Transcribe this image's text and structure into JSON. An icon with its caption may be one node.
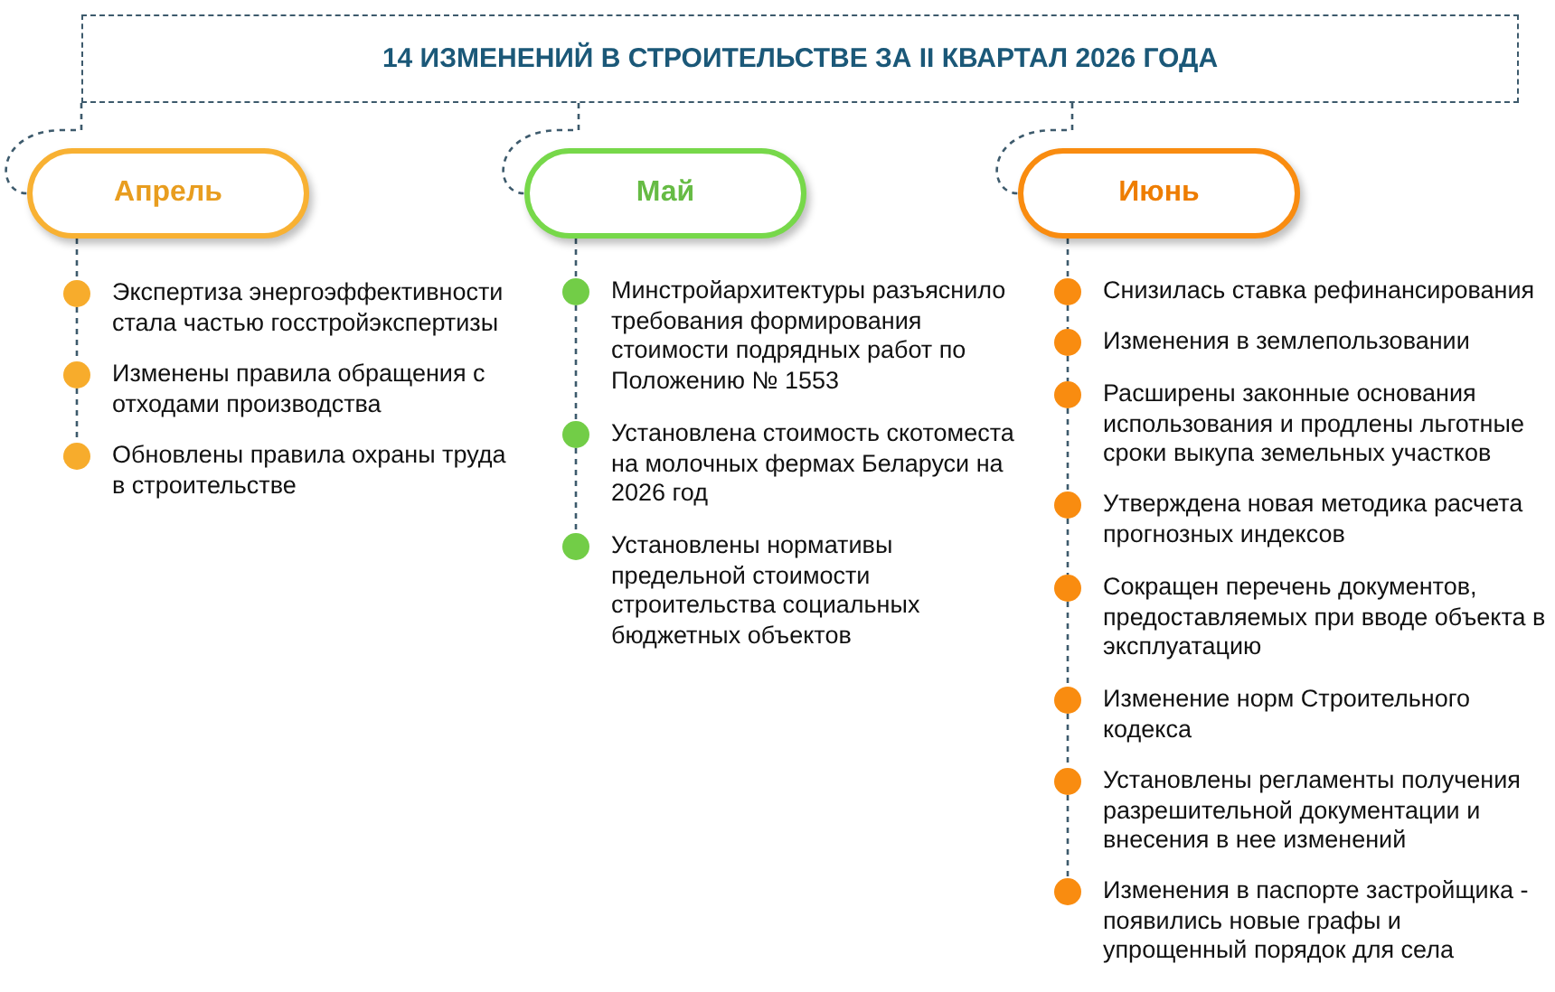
{
  "diagram": {
    "nodes": [
      {
        "text": [
          "14 ИЗМЕНЕНИЙ В СТРОИТЕЛЬСТВЕ ЗА II КВАРТАЛ 2026 ГОДА"
        ]
      },
      {
        "text": [
          "Апрель"
        ]
      },
      {
        "text": [
          "Экспертиза энергоэффективности стала частью госстройэкспертизы"
        ]
      },
      {
        "text": [
          "Изменены правила обращения с отходами производства"
        ]
      },
      {
        "text": [
          "Обновлены правила охраны труда в строительстве"
        ]
      },
      {
        "text": [
          "Май"
        ]
      },
      {
        "text": [
          "Минстройархитектуры разъяснило требования формирования стоимости подрядных работ по Положению № 1553"
        ]
      },
      {
        "text": [
          "Установлена стоимость скотоместа на молочных фермах Беларуси на 2026 год"
        ]
      },
      {
        "text": [
          "Установлены нормативы предельной стоимости строительства социальных бюджетных объектов"
        ]
      },
      {
        "text": [
          "Июнь"
        ]
      },
      {
        "text": [
          "Снизилась ставка рефинансирования"
        ]
      },
      {
        "text": [
          "Изменения в землепользовании"
        ]
      },
      {
        "text": [
          "Расширены законные основания использования и продлены льготные сроки выкупа земельных участков"
        ]
      },
      {
        "text": [
          "Утверждена новая методика расчета прогнозных индексов"
        ]
      },
      {
        "text": [
          "Сокращен перечень документов, предоставляемых при вводе объекта в эксплуатацию"
        ]
      },
      {
        "text": [
          "Изменение норм Строительного кодекса"
        ]
      },
      {
        "text": [
          "Установлены регламенты получения разрешительной документации и внесения в нее изменений"
        ]
      },
      {
        "text": [
          "Изменения в паспорте застройщика - появились новые графы и упрощенный порядок для села"
        ]
      }
    ],
    "edges": [
      {
        "from": 0,
        "to": 1,
        "arrow": "none",
        "style": "dashed"
      },
      {
        "from": 0,
        "to": 5,
        "arrow": "none",
        "style": "dashed"
      },
      {
        "from": 0,
        "to": 9,
        "arrow": "none",
        "style": "dashed"
      },
      {
        "from": 1,
        "to": 2,
        "arrow": "none",
        "style": "dashed"
      },
      {
        "from": 2,
        "to": 3,
        "arrow": "none",
        "style": "dashed"
      },
      {
        "from": 3,
        "to": 4,
        "arrow": "none",
        "style": "dashed"
      },
      {
        "from": 5,
        "to": 6,
        "arrow": "none",
        "style": "dashed"
      },
      {
        "from": 6,
        "to": 7,
        "arrow": "none",
        "style": "dashed"
      },
      {
        "from": 7,
        "to": 8,
        "arrow": "none",
        "style": "dashed"
      },
      {
        "from": 9,
        "to": 10,
        "arrow": "none",
        "style": "dashed"
      },
      {
        "from": 10,
        "to": 11,
        "arrow": "none",
        "style": "dashed"
      },
      {
        "from": 11,
        "to": 12,
        "arrow": "none",
        "style": "dashed"
      },
      {
        "from": 12,
        "to": 13,
        "arrow": "none",
        "style": "dashed"
      },
      {
        "from": 13,
        "to": 14,
        "arrow": "none",
        "style": "dashed"
      },
      {
        "from": 14,
        "to": 15,
        "arrow": "none",
        "style": "dashed"
      },
      {
        "from": 15,
        "to": 16,
        "arrow": "none",
        "style": "dashed"
      },
      {
        "from": 16,
        "to": 17,
        "arrow": "none",
        "style": "dashed"
      }
    ]
  }
}
